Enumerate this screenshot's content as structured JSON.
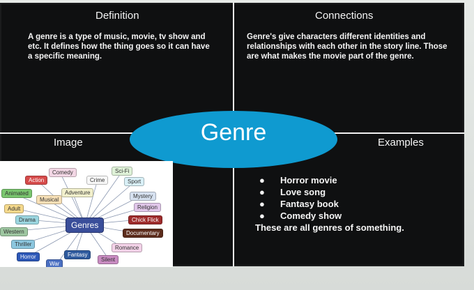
{
  "board": {
    "definition_title": "Definition",
    "definition_text": "A genre is a type of music, movie, tv show and etc. It defines how the thing goes so it can have a specific meaning.",
    "connections_title": "Connections",
    "connections_text": "Genre's give characters different identities and relationships with each other in the story line. Those are what makes the movie part of the genre.",
    "image_title": "Image",
    "examples_title": "Examples",
    "center_label": "Genre",
    "examples": [
      "Horror movie",
      "Love song",
      "Fantasy book",
      "Comedy show"
    ],
    "bullet": "●",
    "examples_summary": "These are all genres of something."
  },
  "genre_cluster": {
    "center": "Genres",
    "tags": [
      {
        "label": "Comedy",
        "color": "#f3d7e5"
      },
      {
        "label": "Sci-Fi",
        "color": "#dff2d8"
      },
      {
        "label": "Action",
        "color": "#d64b4b"
      },
      {
        "label": "Crime",
        "color": "#f7f7f7"
      },
      {
        "label": "Sport",
        "color": "#d9f0f7"
      },
      {
        "label": "Animated",
        "color": "#7ac66f"
      },
      {
        "label": "Adventure",
        "color": "#f2f0cc"
      },
      {
        "label": "Mystery",
        "color": "#d6e1f0"
      },
      {
        "label": "Musical",
        "color": "#f7e0b7"
      },
      {
        "label": "Adult",
        "color": "#f5d98c"
      },
      {
        "label": "Religion",
        "color": "#e1c7ea"
      },
      {
        "label": "Drama",
        "color": "#9bd6e0"
      },
      {
        "label": "Chick Flick",
        "color": "#9e2b2b"
      },
      {
        "label": "Western",
        "color": "#9ec7a1"
      },
      {
        "label": "Documentary",
        "color": "#5c2c1c"
      },
      {
        "label": "Thriller",
        "color": "#8cc7df"
      },
      {
        "label": "Romance",
        "color": "#f3d2e8"
      },
      {
        "label": "Horror",
        "color": "#2d58b8"
      },
      {
        "label": "Fantasy",
        "color": "#2e5a9e"
      },
      {
        "label": "War",
        "color": "#4a6fc2"
      },
      {
        "label": "Silent",
        "color": "#c98cc2"
      }
    ]
  }
}
